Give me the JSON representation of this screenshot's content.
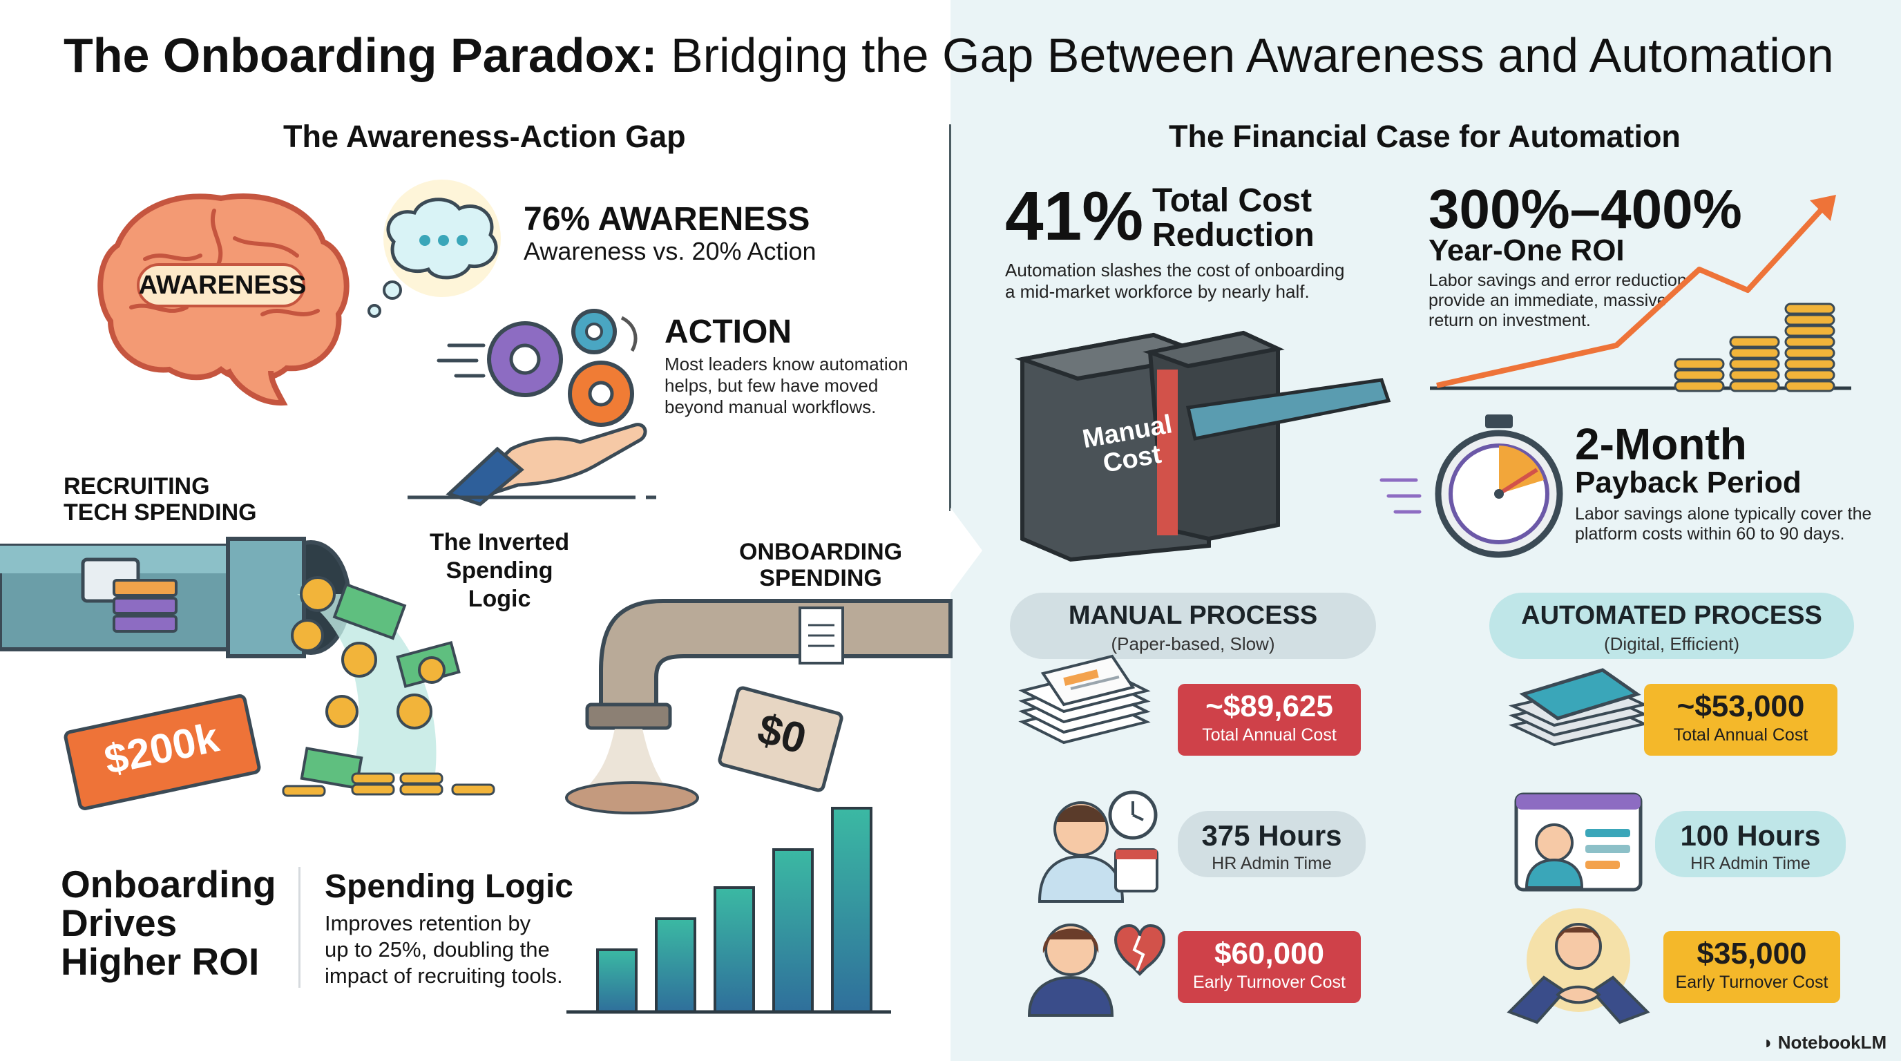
{
  "header": {
    "title_bold": "The Onboarding Paradox:",
    "title_rest": " Bridging the Gap Between Awareness and Automation"
  },
  "left": {
    "section_title": "The Awareness-Action Gap",
    "brain_label": "AWARENESS",
    "awareness_stat": "76% AWARENESS",
    "awareness_sub": "Awareness vs. 20% Action",
    "action_title": "ACTION",
    "action_desc": "Most leaders know automation helps, but few have moved beyond manual workflows.",
    "recruiting_label_1": "RECRUITING",
    "recruiting_label_2": "TECH SPENDING",
    "inverted_1": "The Inverted",
    "inverted_2": "Spending",
    "inverted_3": "Logic",
    "onboarding_label_1": "ONBOARDING",
    "onboarding_label_2": "SPENDING",
    "tag_recruiting": "$200k",
    "tag_onboarding": "$0",
    "roi_1": "Onboarding",
    "roi_2": "Drives",
    "roi_3": "Higher ROI",
    "logic_title": "Spending Logic",
    "logic_desc_1": "Improves retention by",
    "logic_desc_2": "up to 25%, doubling the",
    "logic_desc_3": "impact of recruiting tools."
  },
  "right": {
    "section_title": "The Financial Case for Automation",
    "cost_pct": "41%",
    "cost_label_1": "Total Cost",
    "cost_label_2": "Reduction",
    "cost_desc_1": "Automation slashes the cost of onboarding",
    "cost_desc_2": "a mid-market workforce by nearly half.",
    "block_label_1": "Manual",
    "block_label_2": "Cost",
    "roi_value": "300%–400%",
    "roi_label": "Year-One ROI",
    "roi_desc_1": "Labor savings and error reduction",
    "roi_desc_2": "provide an immediate, massive",
    "roi_desc_3": "return on investment.",
    "payback_value": "2-Month",
    "payback_label": "Payback Period",
    "payback_desc_1": "Labor savings alone typically cover the",
    "payback_desc_2": "platform costs within 60 to 90 days.",
    "manual": {
      "title": "MANUAL PROCESS",
      "subtitle": "(Paper-based, Slow)",
      "annual_value": "~$89,625",
      "annual_label": "Total Annual Cost",
      "hours_value": "375 Hours",
      "hours_label": "HR Admin Time",
      "turnover_value": "$60,000",
      "turnover_label": "Early Turnover Cost"
    },
    "automated": {
      "title": "AUTOMATED PROCESS",
      "subtitle": "(Digital, Efficient)",
      "annual_value": "~$53,000",
      "annual_label": "Total Annual Cost",
      "hours_value": "100 Hours",
      "hours_label": "HR Admin Time",
      "turnover_value": "$35,000",
      "turnover_label": "Early Turnover Cost"
    }
  },
  "footer": {
    "brand": "NotebookLM"
  },
  "colors": {
    "red_tag": "#cf4149",
    "yellow_tag": "#f4b82a",
    "orange_tag": "#ee7338",
    "teal": "#4fb3a5",
    "right_bg": "#eaf4f6"
  },
  "icons": [
    "brain-icon",
    "thought-bubble-icon",
    "gears-hand-icon",
    "pipe-icon",
    "money-flow-icon",
    "bar-chart-icon",
    "concrete-block-icon",
    "roi-arrow-icon",
    "coin-stack-icon",
    "stopwatch-icon",
    "paper-stack-icon",
    "stressed-person-icon",
    "heartbreak-person-icon",
    "tablet-stack-icon",
    "profile-card-icon",
    "handshake-icon"
  ]
}
